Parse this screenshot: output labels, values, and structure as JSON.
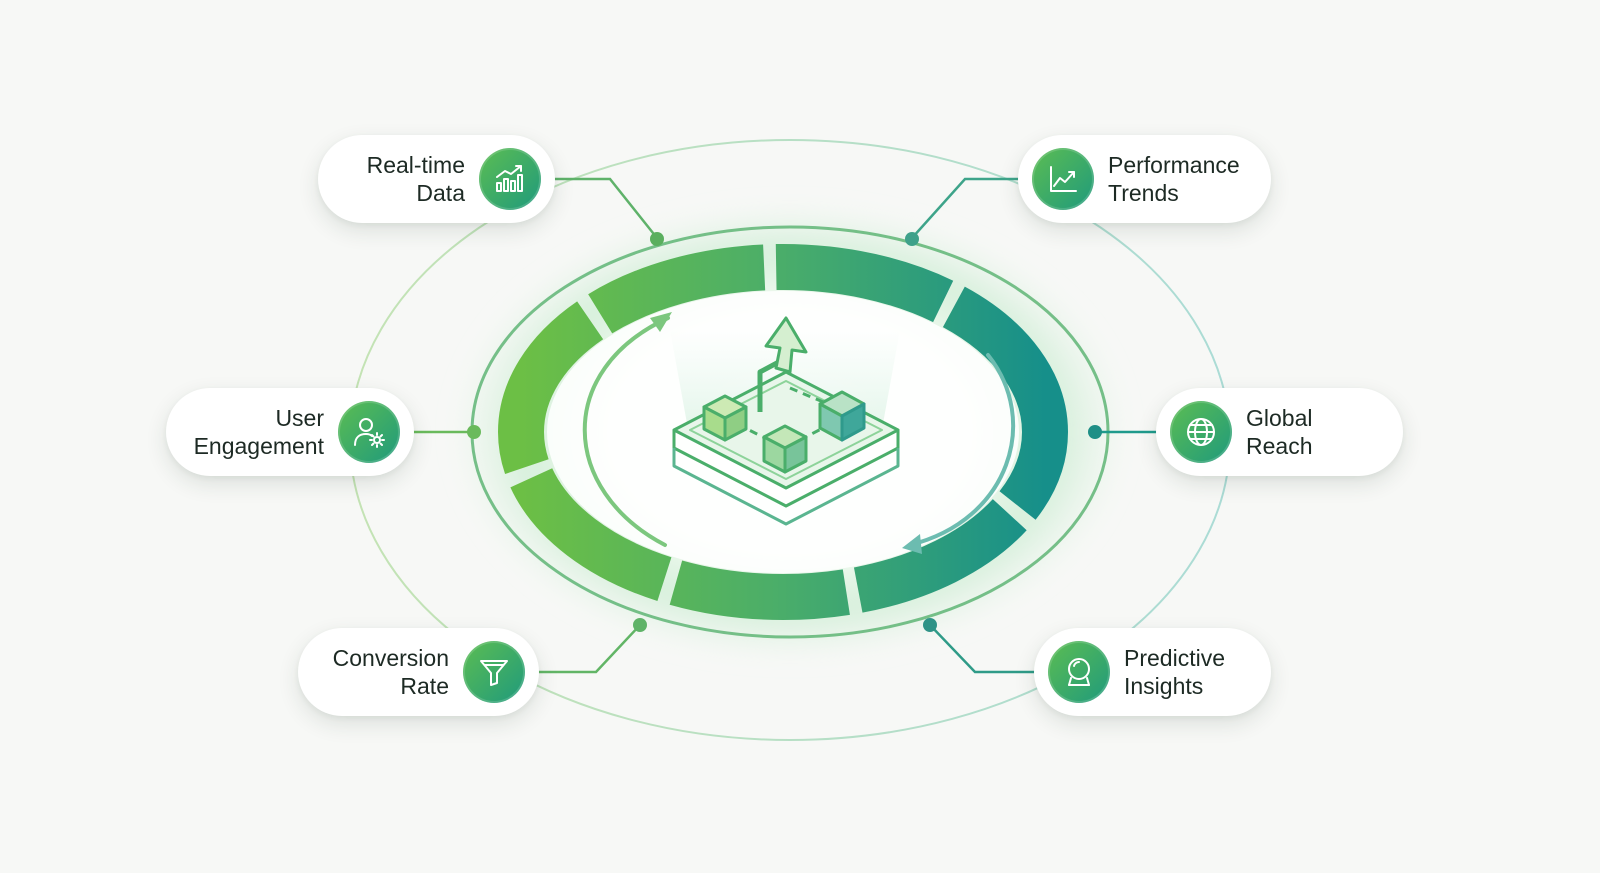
{
  "nodes": [
    {
      "id": "realtime",
      "lines": [
        "Real-time",
        "Data"
      ],
      "icon": "bar-chart-icon"
    },
    {
      "id": "performance",
      "lines": [
        "Performance",
        "Trends"
      ],
      "icon": "line-chart-icon"
    },
    {
      "id": "engagement",
      "lines": [
        "User",
        "Engagement"
      ],
      "icon": "user-gear-icon"
    },
    {
      "id": "global",
      "lines": [
        "Global",
        "Reach"
      ],
      "icon": "globe-icon"
    },
    {
      "id": "conversion",
      "lines": [
        "Conversion",
        "Rate"
      ],
      "icon": "funnel-icon"
    },
    {
      "id": "predictive",
      "lines": [
        "Predictive",
        "Insights"
      ],
      "icon": "crystal-ball-icon"
    }
  ],
  "center": {
    "icon": "isometric-cubes-arrow-icon"
  },
  "colors": {
    "green": "#6cbf45",
    "teal": "#1a9a8a",
    "background": "#f7f8f6",
    "text": "#1d2a24"
  }
}
